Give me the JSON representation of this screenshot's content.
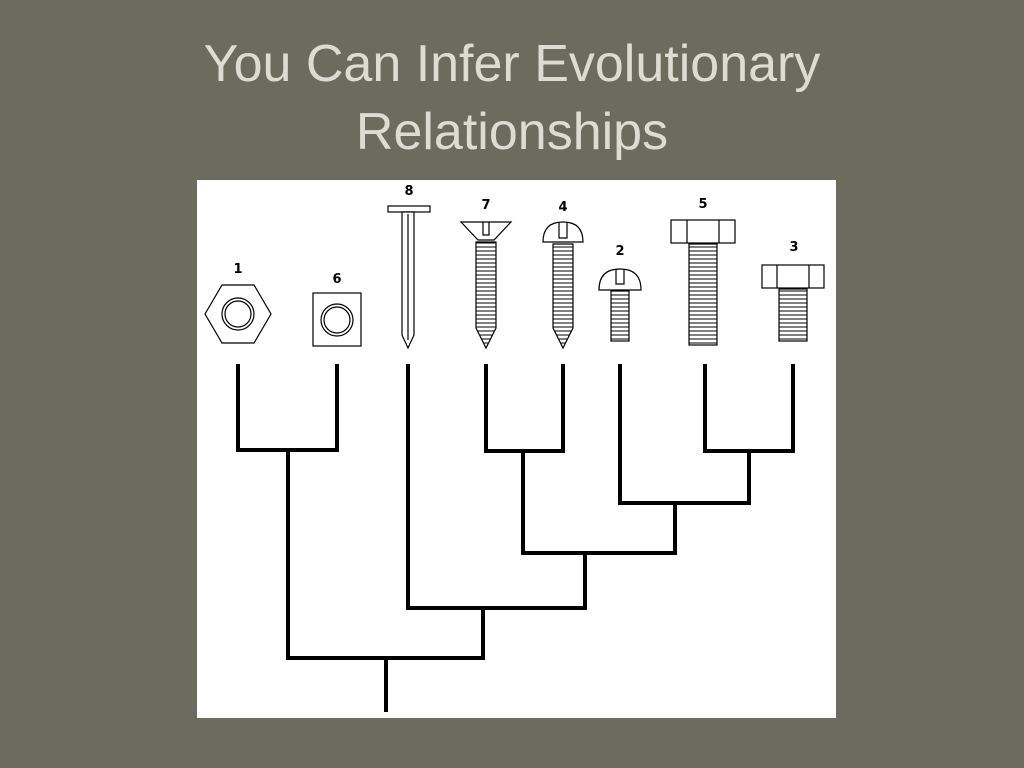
{
  "title": {
    "line1": "You Can Infer Evolutionary",
    "line2": "Relationships"
  },
  "diagram": {
    "items": [
      {
        "label": "1",
        "shape": "hex-nut"
      },
      {
        "label": "6",
        "shape": "square-nut"
      },
      {
        "label": "8",
        "shape": "nail"
      },
      {
        "label": "7",
        "shape": "flat-head-wood-screw"
      },
      {
        "label": "4",
        "shape": "round-head-wood-screw"
      },
      {
        "label": "2",
        "shape": "round-head-machine-screw"
      },
      {
        "label": "5",
        "shape": "hex-head-bolt-long"
      },
      {
        "label": "3",
        "shape": "hex-head-bolt-short"
      }
    ],
    "tree_newick": "((1,6),(8,((7,4),(2,(5,3)))))",
    "colors": {
      "background": "#6b6c5e",
      "panel": "#ffffff",
      "lines": "#000000",
      "title": "#dcdcd2"
    }
  }
}
